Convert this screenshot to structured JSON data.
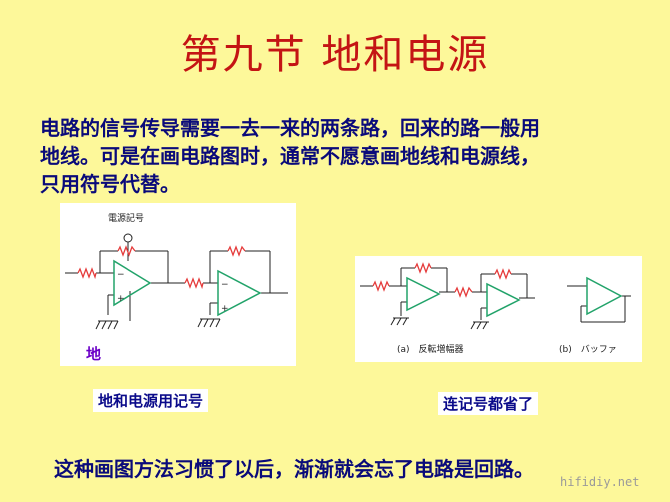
{
  "title": "第九节   地和电源",
  "paragraph": {
    "line1": "电路的信号传导需要一去一来的两条路，回来的路一般用",
    "line2": "地线。可是在画电路图时，通常不愿意画地线和电源线，",
    "line3": "只用符号代替。"
  },
  "left_diagram": {
    "power_label": "電源記号",
    "ground_label": "地"
  },
  "right_diagram": {
    "caption_a": "(a)　反転増幅器",
    "caption_b": "(b)　バッファ"
  },
  "label_left": "地和电源用记号",
  "label_right": "连记号都省了",
  "bottom_text": "这种画图方法习惯了以后，渐渐就会忘了电路是回路。",
  "watermark": "hifidiy.net",
  "colors": {
    "background": "#fdf89a",
    "title": "#c41414",
    "text": "#0a0a7a",
    "opamp": "#22a36a",
    "resistor": "#e53b3b"
  }
}
